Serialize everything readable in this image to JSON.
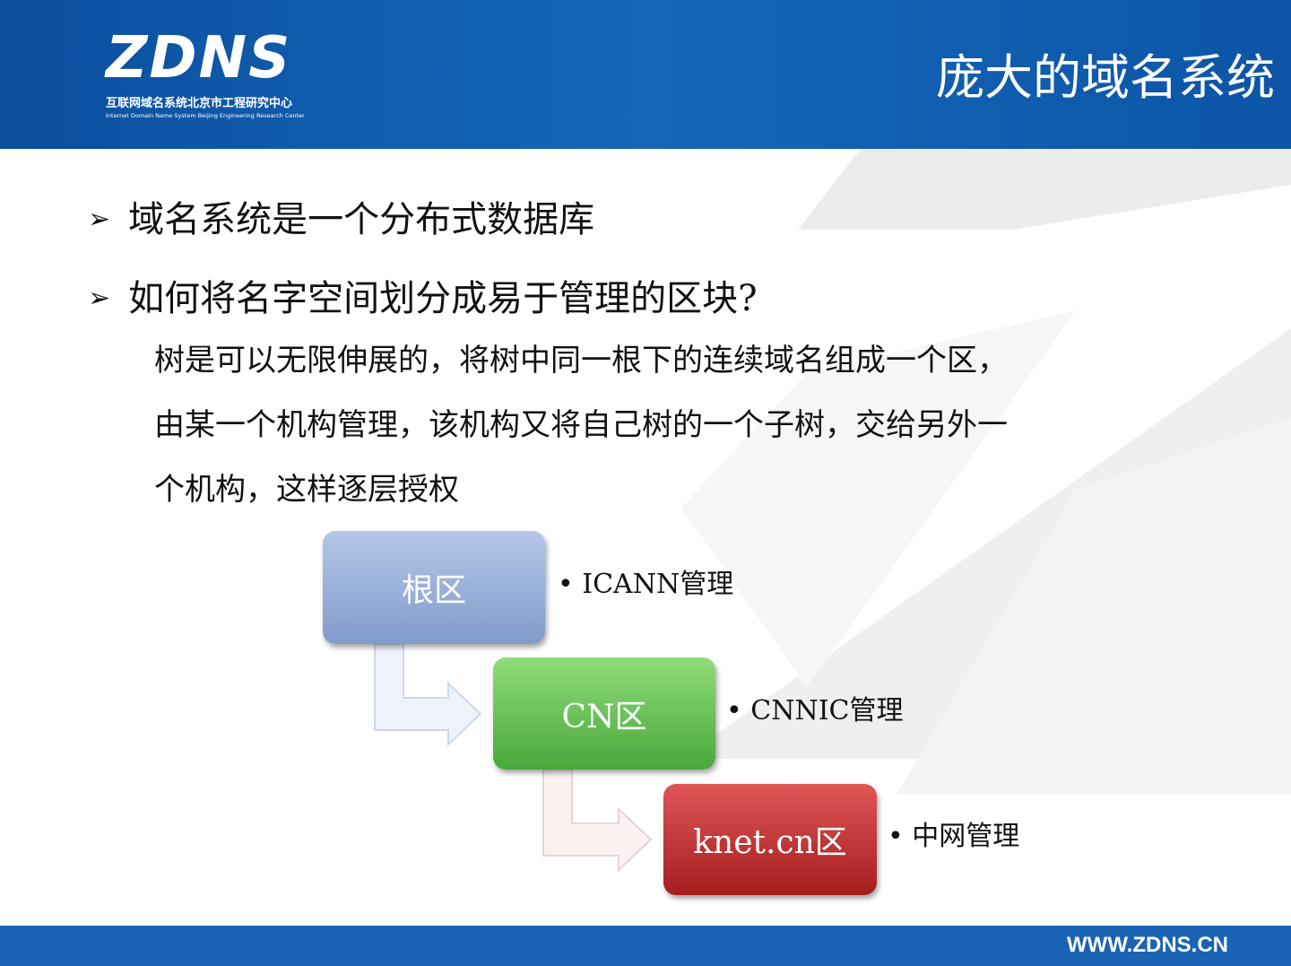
{
  "header": {
    "logo": {
      "mark": "ZDNS",
      "cn": "互联网域名系统北京市工程研究中心",
      "en": "Internet Domain Name System Beijing Engineering Research Center"
    },
    "title": "庞大的域名系统"
  },
  "content": {
    "bullets": [
      "域名系统是一个分布式数据库",
      "如何将名字空间划分成易于管理的区块?"
    ],
    "paragraph": [
      "树是可以无限伸展的，将树中同一根下的连续域名组成一个区，",
      "由某一个机构管理，该机构又将自己树的一个子树，交给另外一",
      "个机构，这样逐层授权"
    ]
  },
  "diagram": {
    "zones": [
      {
        "label": "根区",
        "note": "ICANN管理",
        "color": "#8ea6d3"
      },
      {
        "label": "CN区",
        "note": "CNNIC管理",
        "color": "#5dbb49"
      },
      {
        "label": "knet.cn区",
        "note": "中网管理",
        "color": "#c52e2e"
      }
    ]
  },
  "footer": {
    "url": "WWW.ZDNS.CN"
  }
}
